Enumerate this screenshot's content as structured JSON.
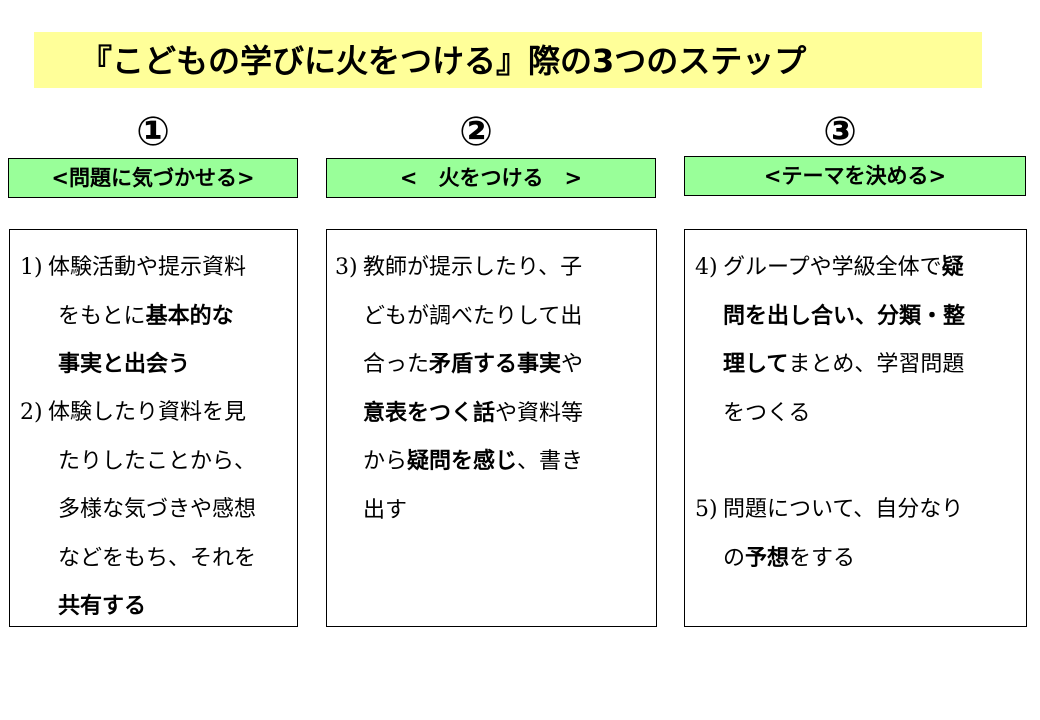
{
  "title": "『こどもの学びに火をつける』際の3つのステップ",
  "steps": [
    {
      "number": "①",
      "heading": "<問題に気づかせる>",
      "items": [
        {
          "label": "1)",
          "text": [
            "体験活動や提示資料",
            "をもとに",
            {
              "b": "基本的な"
            },
            {
              "b": "事実と出会う"
            }
          ]
        },
        {
          "label": "2)",
          "text": [
            "体験したり資料を見",
            "たりしたことから、",
            "多様な気づきや感想",
            "などをもち、それを",
            {
              "b": "共有する"
            }
          ]
        }
      ]
    },
    {
      "number": "②",
      "heading": "<　火をつける　>",
      "items": [
        {
          "label": "3)",
          "text": [
            "教師が提示したり、子",
            "どもが調べたりして出",
            "合った",
            {
              "b": "矛盾する事実"
            },
            "や",
            {
              "b": "意表をつく話"
            },
            "や資料等",
            "から",
            {
              "b": "疑問を感じ"
            },
            "、書き",
            "出す"
          ]
        }
      ]
    },
    {
      "number": "③",
      "heading": "<テーマを決める>",
      "items": [
        {
          "label": "4)",
          "text": [
            "グループや学級全体で",
            {
              "b": "疑"
            },
            {
              "b": "問を出し合い、分類・整"
            },
            {
              "b": "理して"
            },
            "まとめ、学習問題",
            "をつくる"
          ]
        },
        {
          "label": "5)",
          "text": [
            "問題について、自分なり",
            "の",
            {
              "b": "予想"
            },
            "をする"
          ]
        }
      ]
    }
  ]
}
